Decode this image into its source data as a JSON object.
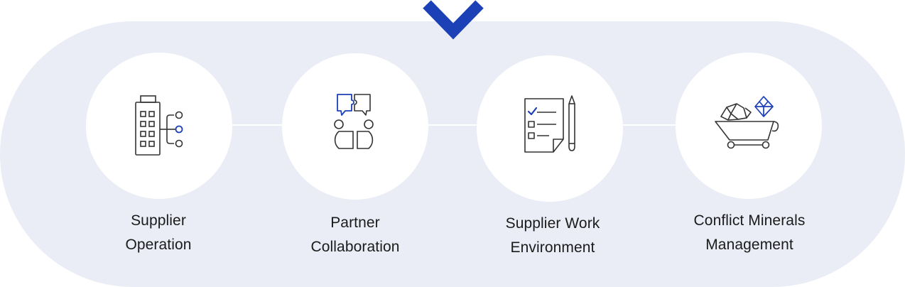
{
  "colors": {
    "background": "#ffffff",
    "band": "#eaedf5",
    "accent": "#1c40b5",
    "icon_stroke": "#333333",
    "label_text": "#1b1b1b"
  },
  "header_icon": "chevron-down-icon",
  "steps": [
    {
      "icon": "office-building-icon",
      "label_line1": "Supplier",
      "label_line2": "Operation"
    },
    {
      "icon": "puzzle-speech-bubbles-icon",
      "label_line1": "Partner",
      "label_line2": "Collaboration"
    },
    {
      "icon": "checklist-pencil-icon",
      "label_line1": "Supplier Work",
      "label_line2": "Environment"
    },
    {
      "icon": "mineral-cart-icon",
      "label_line1": "Conflict Minerals",
      "label_line2": "Management"
    }
  ]
}
